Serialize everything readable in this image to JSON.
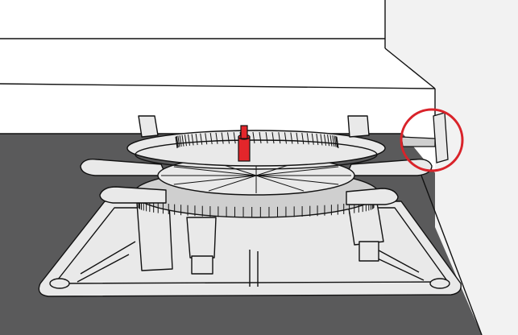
{
  "colors": {
    "background": "#ffffff",
    "floor": "#5a5a5b",
    "outline": "#111111",
    "pedestal_fill": "#e9e9e9",
    "pedestal_shade": "#cfcfcf",
    "pedestal_dark": "#b4b4b4",
    "highlight_pin": "#e3262b",
    "highlight_circle": "#d9232a",
    "wall_side": "#f2f2f2"
  },
  "icons": {
    "pedestal": "adjustable-pedestal-support",
    "pin": "height-lock-pin",
    "tab": "edge-spacer-tab",
    "callout": "callout-circle"
  }
}
